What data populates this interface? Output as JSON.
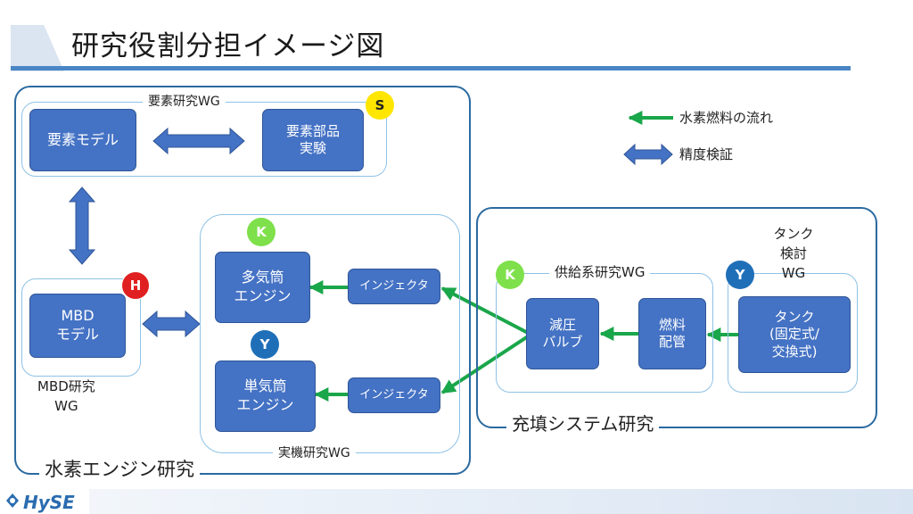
{
  "title": "研究役割分担イメージ図",
  "legend": {
    "flow": "水素燃料の流れ",
    "verification": "精度検証"
  },
  "engine_group": {
    "label": "水素エンジン研究",
    "element_wg": {
      "label": "要素研究WG",
      "badge": "S",
      "model": "要素モデル",
      "experiment": "要素部品\n実験"
    },
    "mbd_wg": {
      "label": "MBD研究\nWG",
      "badge": "H",
      "model": "MBD\nモデル"
    },
    "jikki_wg": {
      "label": "実機研究WG",
      "multi_badge": "K",
      "multi": "多気筒\nエンジン",
      "single_badge": "Y",
      "single": "単気筒\nエンジン",
      "injector_top": "インジェクタ",
      "injector_bottom": "インジェクタ"
    }
  },
  "fill_group": {
    "label": "充填システム研究",
    "supply_wg": {
      "label": "供給系研究WG",
      "badge": "K",
      "valve": "減圧\nバルブ",
      "piping": "燃料\n配管"
    },
    "tank_wg": {
      "label": "タンク\n検討\nWG",
      "badge": "Y",
      "tank": "タンク\n(固定式/\n交換式)"
    }
  },
  "footer": {
    "logo": "HySE"
  },
  "colors": {
    "block": "#4472c4",
    "frame": "#2a6aa0",
    "wg_frame": "#8ec2e6",
    "flow_arrow": "#1aa64a",
    "verify_arrow": "#4472c4",
    "badge_s": "#ffe600",
    "badge_k": "#7ee04a",
    "badge_y": "#1f6fb8",
    "badge_h": "#e02020"
  }
}
